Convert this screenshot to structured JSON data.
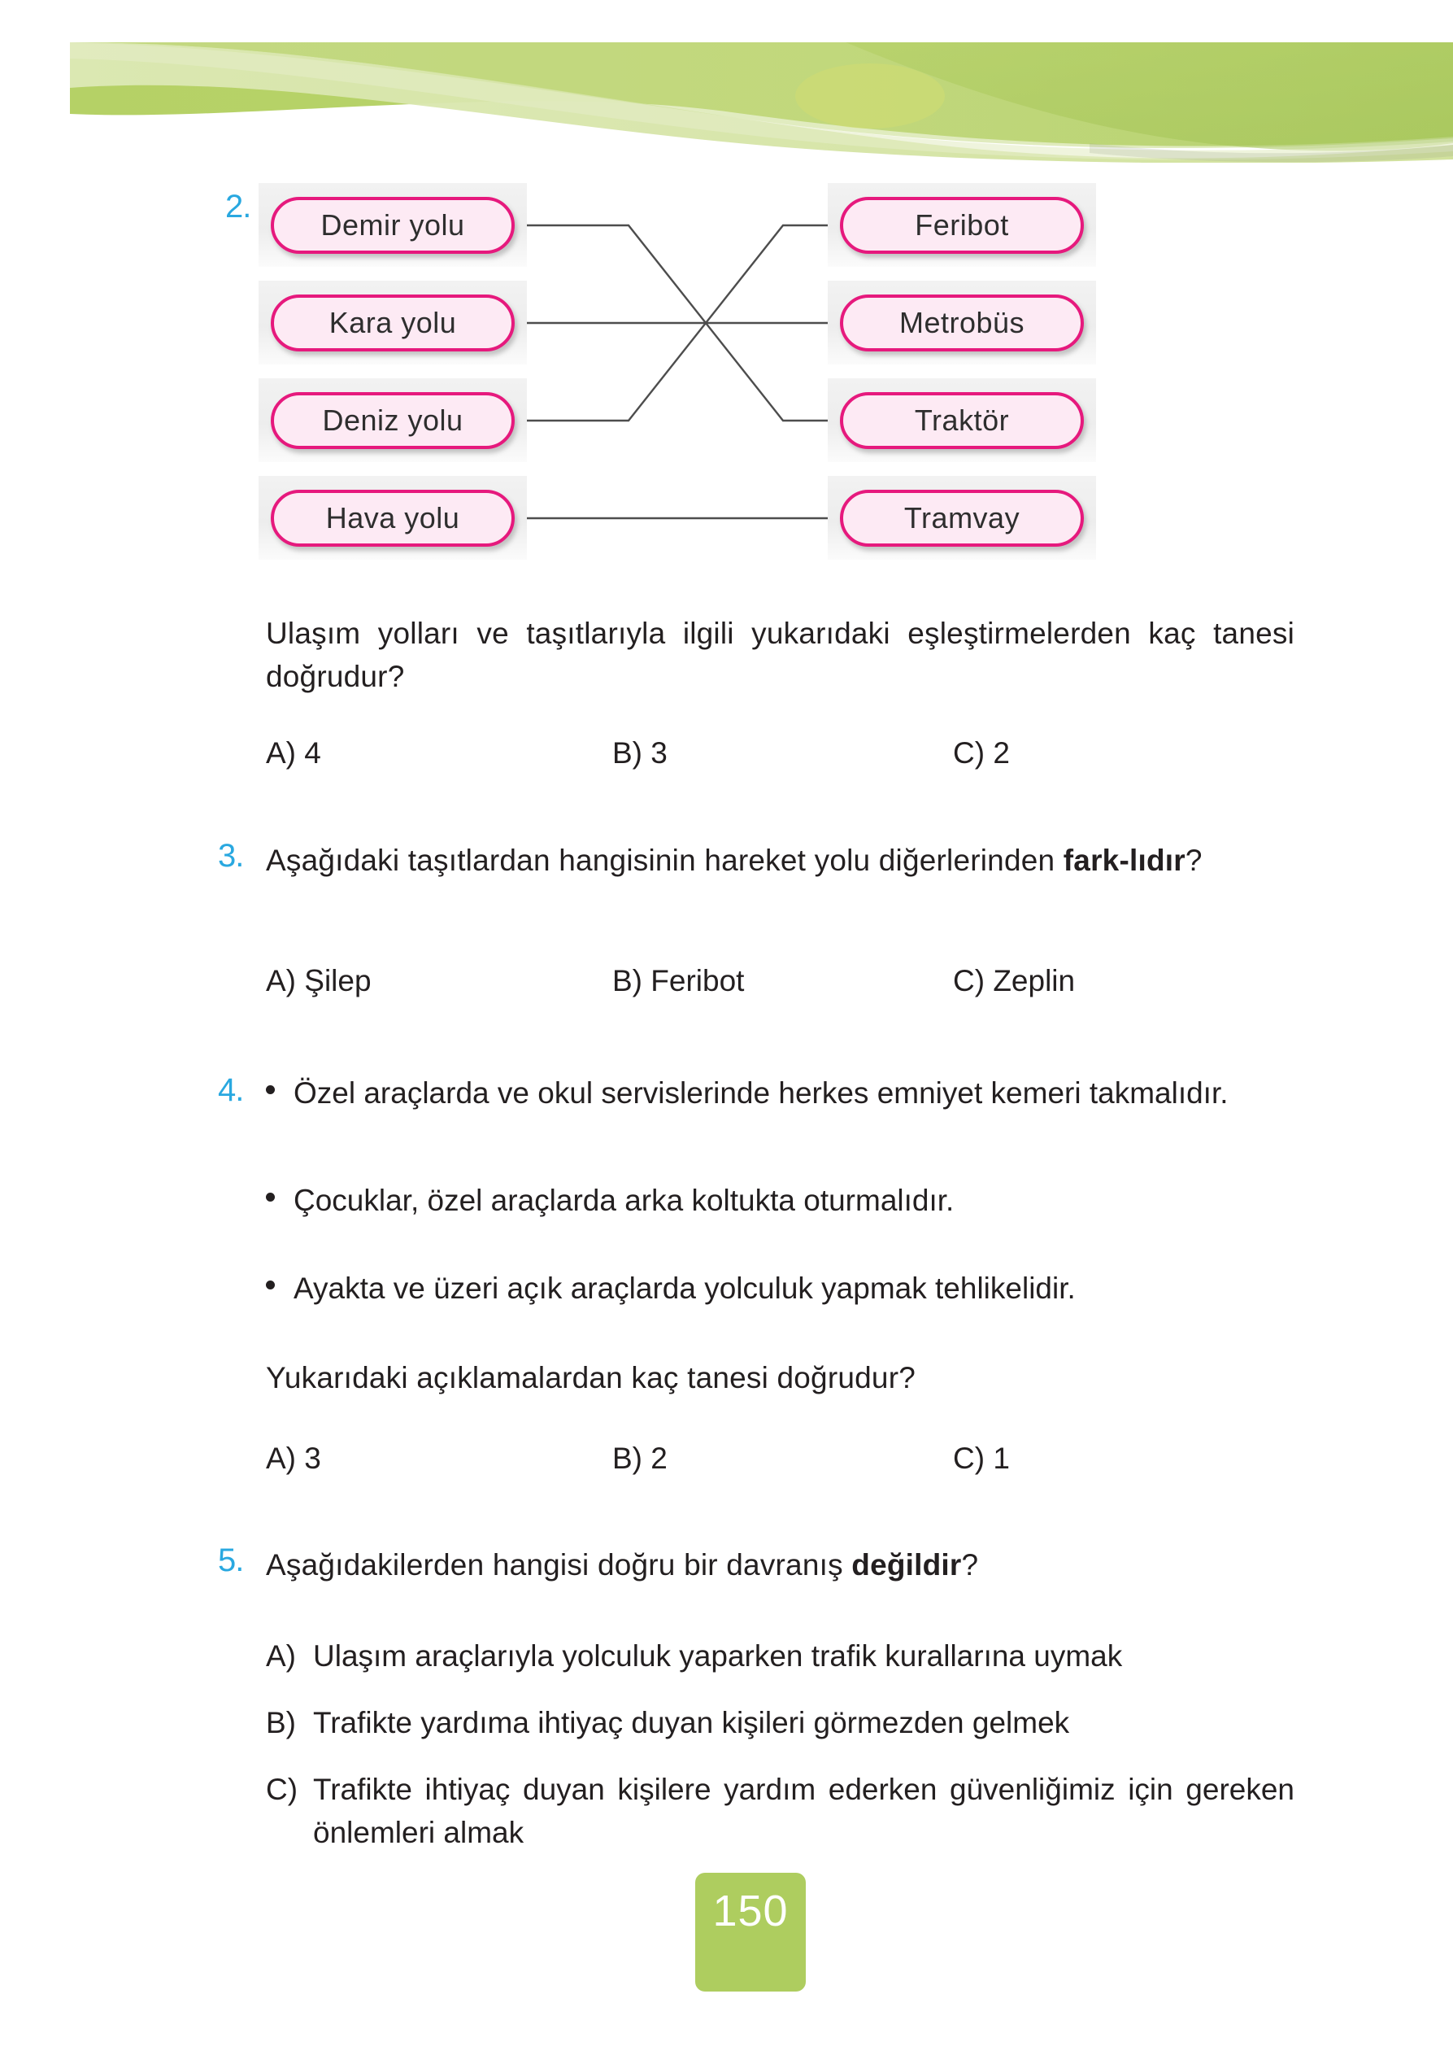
{
  "page": {
    "number": "150",
    "accent_green": "#aecd5f",
    "accent_blue": "#29a8e0",
    "accent_pink": "#e6197d",
    "pill_fill": "#fdeaf4",
    "text_color": "#231f20"
  },
  "questions": [
    {
      "number": "2.",
      "diagram": {
        "left_items": [
          {
            "label": "Demir yolu"
          },
          {
            "label": "Kara yolu"
          },
          {
            "label": "Deniz yolu"
          },
          {
            "label": "Hava yolu"
          }
        ],
        "right_items": [
          {
            "label": "Feribot"
          },
          {
            "label": "Metrobüs"
          },
          {
            "label": "Traktör"
          },
          {
            "label": "Tramvay"
          }
        ],
        "connections": [
          {
            "from": "Demir yolu",
            "to": "Traktör"
          },
          {
            "from": "Kara yolu",
            "to": "Metrobüs"
          },
          {
            "from": "Deniz yolu",
            "to": "Feribot"
          },
          {
            "from": "Hava yolu",
            "to": "Tramvay"
          }
        ]
      },
      "prompt": "Ulaşım yolları ve taşıtlarıyla ilgili yukarıdaki eşleştirmelerden kaç tanesi doğrudur?",
      "options": [
        {
          "letter": "A)",
          "text": "4"
        },
        {
          "letter": "B)",
          "text": "3"
        },
        {
          "letter": "C)",
          "text": "2"
        }
      ]
    },
    {
      "number": "3.",
      "prompt_part1": "Aşağıdaki taşıtlardan hangisinin hareket yolu diğerlerinden ",
      "prompt_bold": "fark-lıdır",
      "prompt_part2": "?",
      "prompt_line1_plain": "Aşağıdaki taşıtlardan hangisinin hareket yolu diğerlerinden ",
      "prompt_line1_bold": "fark-",
      "prompt_line2_bold": "lıdır",
      "prompt_line2_plain": "?",
      "options": [
        {
          "letter": "A)",
          "text": "Şilep"
        },
        {
          "letter": "B)",
          "text": "Feribot"
        },
        {
          "letter": "C)",
          "text": "Zeplin"
        }
      ]
    },
    {
      "number": "4.",
      "bullets": [
        "Özel araçlarda ve okul servislerinde herkes emniyet kemeri takmalıdır.",
        "Çocuklar, özel araçlarda arka koltukta oturmalıdır.",
        "Ayakta ve üzeri açık araçlarda yolculuk yapmak tehlikelidir."
      ],
      "prompt": "Yukarıdaki açıklamalardan kaç tanesi doğrudur?",
      "options": [
        {
          "letter": "A)",
          "text": "3"
        },
        {
          "letter": "B)",
          "text": "2"
        },
        {
          "letter": "C)",
          "text": "1"
        }
      ]
    },
    {
      "number": "5.",
      "prompt_plain": "Aşağıdakilerden hangisi doğru bir davranış ",
      "prompt_bold": "değildir",
      "prompt_tail": "?",
      "options": [
        {
          "letter": "A)",
          "text": "Ulaşım araçlarıyla yolculuk yaparken trafik kurallarına uymak"
        },
        {
          "letter": "B)",
          "text": "Trafikte yardıma ihtiyaç duyan kişileri görmezden gelmek"
        },
        {
          "letter": "C)",
          "text": "Trafikte ihtiyaç duyan kişilere yardım ederken güvenliğimiz için gereken önlemleri almak"
        }
      ]
    }
  ]
}
